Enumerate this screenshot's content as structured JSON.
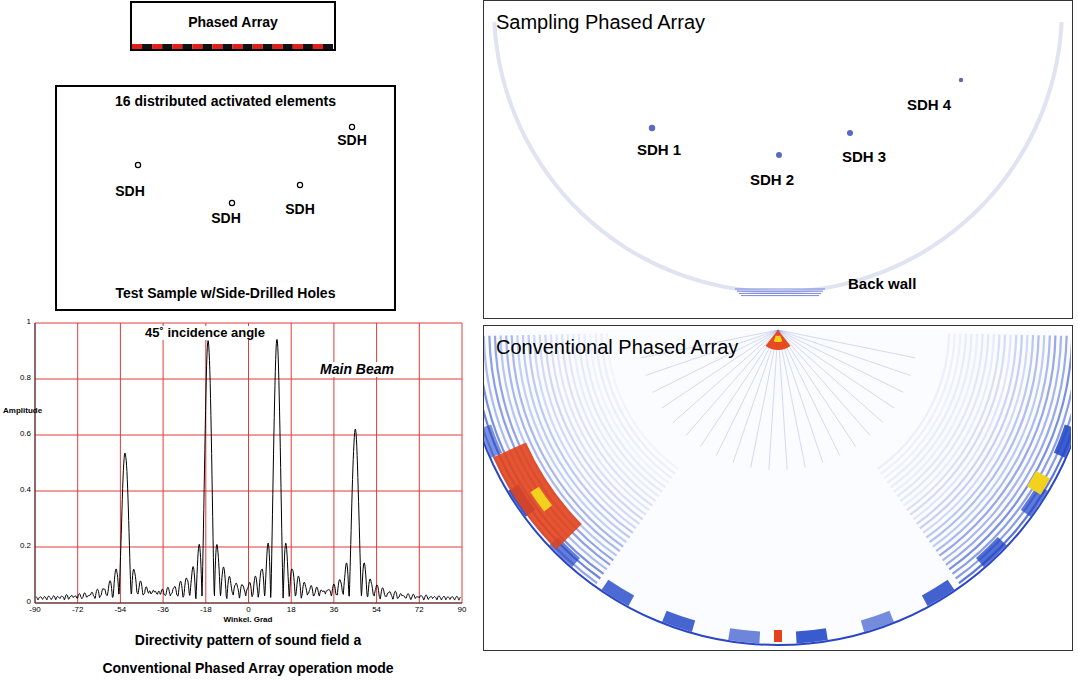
{
  "diagram": {
    "nodes": [
      {
        "text": [
          "Phased Array"
        ]
      },
      {
        "text": [
          "16 distributed activated elements",
          "Test Sample w/Side-Drilled Holes"
        ]
      },
      {
        "text": [
          "Sampling Phased Array"
        ]
      },
      {
        "text": [
          "Conventional Phased Array"
        ]
      }
    ],
    "labels": [
      "SDH",
      "SDH",
      "SDH",
      "SDH",
      "45˚ incidence angle",
      "Main Beam",
      "Amplitude",
      "Winkel. Grad",
      "0",
      "0.2",
      "0.4",
      "0.6",
      "0.8",
      "1",
      "-90",
      "-72",
      "-54",
      "-36",
      "-18",
      "0",
      "18",
      "36",
      "54",
      "72",
      "90",
      "Directivity pattern of sound field a",
      "Conventional Phased Array operation mode",
      "SDH 1",
      "SDH 2",
      "SDH 3",
      "SDH 4",
      "Back wall"
    ]
  }
}
